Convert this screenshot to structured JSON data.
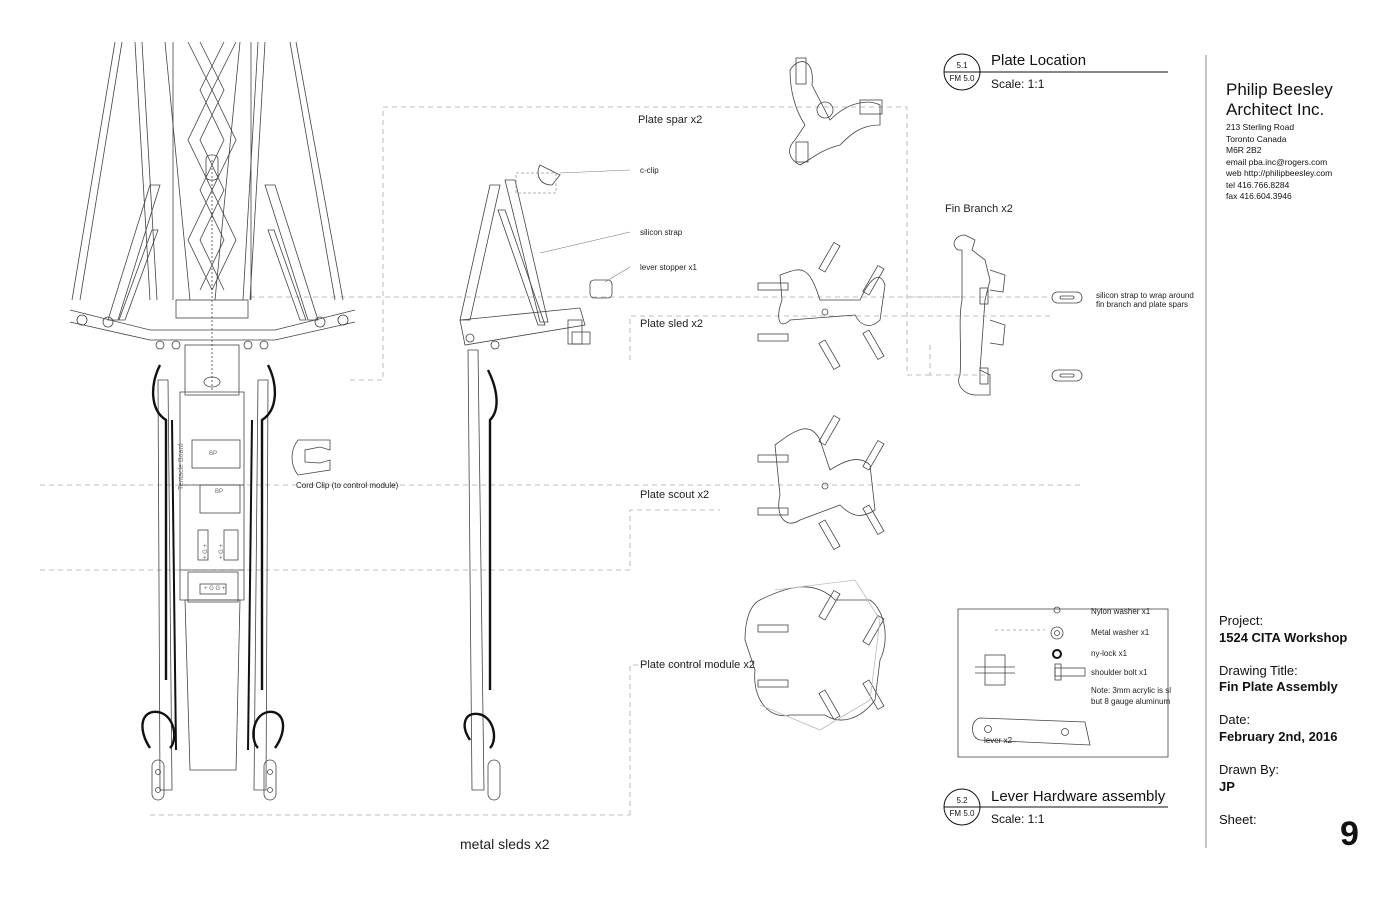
{
  "title_block": {
    "firm_line1": "Philip Beesley",
    "firm_line2": "Architect Inc.",
    "address": [
      "213 Sterling Road",
      "Toronto Canada",
      "M6R 2B2",
      "email  pba.inc@rogers.com",
      "web  http://philipbeesley.com",
      "tel  416.766.8284",
      "fax  416.604.3946"
    ],
    "project_label": "Project:",
    "project_value": "1524 CITA Workshop",
    "drawing_title_label": "Drawing Title:",
    "drawing_title_value": "Fin Plate Assembly",
    "date_label": "Date:",
    "date_value": "February 2nd, 2016",
    "drawn_by_label": "Drawn By:",
    "drawn_by_value": "JP",
    "sheet_label": "Sheet:",
    "sheet_value": "9"
  },
  "details": {
    "plate_location": {
      "number": "5.1",
      "ref": "FM 5.0",
      "title": "Plate Location",
      "scale": "Scale: 1:1"
    },
    "lever_hardware": {
      "number": "5.2",
      "ref": "FM 5.0",
      "title": "Lever Hardware assembly",
      "scale": "Scale: 1:1"
    }
  },
  "labels": {
    "plate_spar": "Plate spar x2",
    "plate_sled": "Plate sled x2",
    "plate_scout": "Plate scout x2",
    "plate_control": "Plate control module x2",
    "fin_branch": "Fin Branch x2",
    "c_clip": "c-clip",
    "silicon_strap": "silicon strap",
    "lever_stopper": "lever stopper x1",
    "cord_clip": "Cord Clip (to control module)",
    "metal_sleds": "metal sleds x2",
    "strap_note_1": "silicon strap to wrap around",
    "strap_note_2": "fin branch and plate spars",
    "tentacle_board": "Tentacle Board",
    "pcb_bp1": "BP",
    "pcb_bp2": "BP",
    "pcb_pins": "+ G G +",
    "pcb_pins_v1": "+ G +",
    "pcb_pins_v2": "+ G +"
  },
  "hardware": {
    "nylon_washer": "Nylon washer x1",
    "metal_washer": "Metal washer x1",
    "ny_lock": "ny-lock x1",
    "shoulder_bolt": "shoulder bolt x1",
    "note_1": "Note: 3mm acrylic is sl",
    "note_2": "but 8 gauge aluminum",
    "lever": "lever x2"
  }
}
